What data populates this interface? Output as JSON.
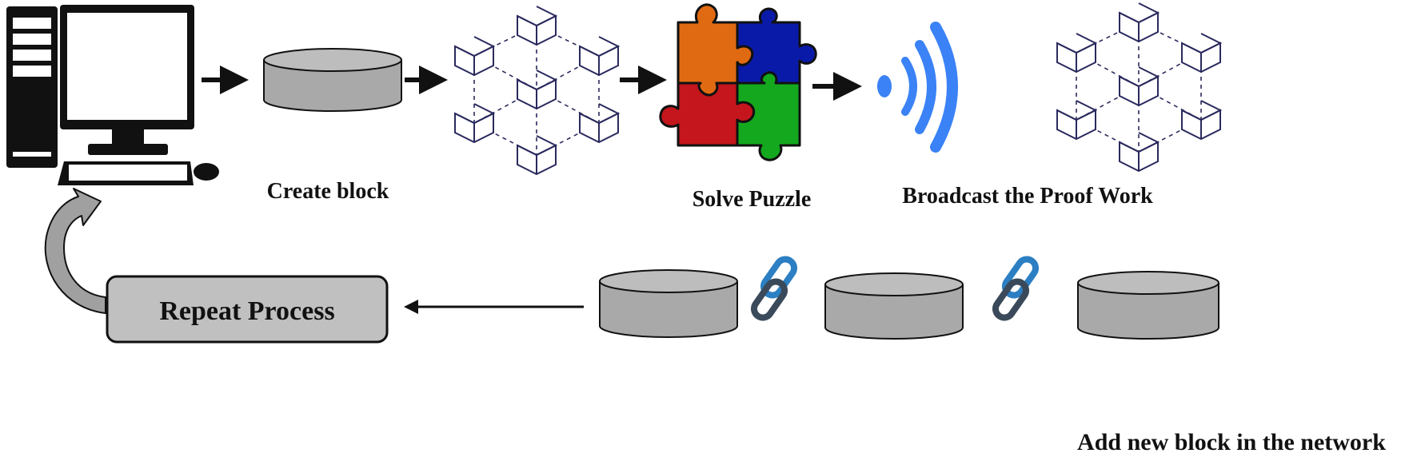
{
  "labels": {
    "create_block": "Create block",
    "solve_puzzle": "Solve Puzzle",
    "broadcast": "Broadcast the Proof Work",
    "repeat_process": "Repeat Process",
    "add_block": "Add new block in the network"
  },
  "colors": {
    "ink": "#111111",
    "cylinder_fill": "#a9a9a9",
    "cylinder_top": "#bdbdbd",
    "network_stroke": "#2a2a5e",
    "puzzle_orange": "#e06a12",
    "puzzle_blue": "#0a1aa8",
    "puzzle_red": "#c4161c",
    "puzzle_green": "#14a81e",
    "signal_blue": "#3b82f6",
    "link_light": "#2b7fc2",
    "link_dark": "#3a4a5a",
    "repeat_box_fill": "#c0c0c0",
    "curved_arrow_fill": "#a0a0a0"
  },
  "icons": [
    "computer-icon",
    "database-icon",
    "blockchain-network-icon",
    "puzzle-icon",
    "broadcast-signal-icon",
    "chain-link-icon",
    "curved-arrow-icon"
  ]
}
